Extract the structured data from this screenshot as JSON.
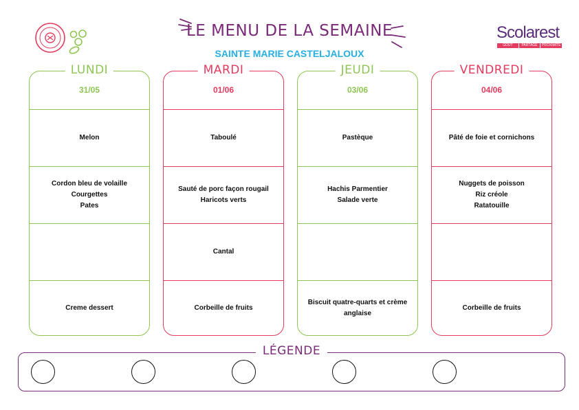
{
  "header": {
    "title": "LE MENU DE LA SEMAINE",
    "subtitle": "SAINTE MARIE CASTELJALOUX",
    "logo_name": "Scolarest",
    "logo_tagline": [
      "GOUT",
      "PARTAGE",
      "PROXIMITE"
    ],
    "colors": {
      "title": "#7b2a7a",
      "subtitle": "#27aee3",
      "green": "#8dc652",
      "red": "#e33a5d"
    }
  },
  "days": [
    {
      "name": "LUNDI",
      "date": "31/05",
      "meals": [
        [
          "Melon"
        ],
        [
          "Cordon bleu de volaille",
          "Courgettes",
          "Pates"
        ],
        [],
        [
          "Creme dessert"
        ]
      ]
    },
    {
      "name": "MARDI",
      "date": "01/06",
      "meals": [
        [
          "Taboulé"
        ],
        [
          "Sauté de porc façon rougail",
          "Haricots verts"
        ],
        [
          "Cantal"
        ],
        [
          "Corbeille de fruits"
        ]
      ]
    },
    {
      "name": "JEUDI",
      "date": "03/06",
      "meals": [
        [
          "Pastèque"
        ],
        [
          "Hachis Parmentier",
          "Salade verte"
        ],
        [],
        [
          "Biscuit quatre-quarts et crème",
          "anglaise"
        ]
      ]
    },
    {
      "name": "VENDREDI",
      "date": "04/06",
      "meals": [
        [
          "Pâté de foie et cornichons"
        ],
        [
          "Nuggets de poisson",
          "Riz créole",
          "Ratatouille"
        ],
        [],
        [
          "Corbeille de fruits"
        ]
      ]
    }
  ],
  "legend": {
    "title": "LÉGENDE",
    "symbols": [
      "circle",
      "circle",
      "circle",
      "circle",
      "circle"
    ]
  }
}
